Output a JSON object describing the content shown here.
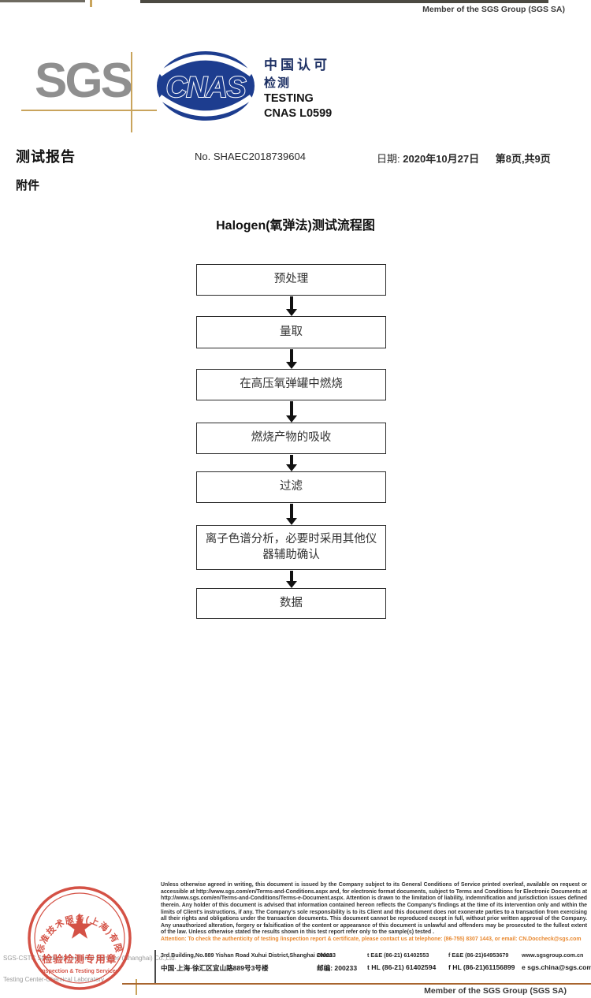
{
  "page": {
    "member_of_top": "Member of the SGS Group (SGS SA)",
    "member_of_bottom": "Member of the SGS Group (SGS SA)"
  },
  "logos": {
    "sgs": "SGS",
    "cnas_acronym": "CNAS",
    "cnas_line1": "中国认可",
    "cnas_line2": "检测",
    "cnas_line3": "TESTING",
    "cnas_line4": "CNAS L0599",
    "cnas_color": "#1d3d8f",
    "sgs_gray": "#8f8f8f",
    "crosshair_tan": "#c9a45c"
  },
  "header": {
    "report_title": "测试报告",
    "report_no": "No. SHAEC2018739604",
    "date_label": "日期:",
    "date_value": "2020年10月27日",
    "page_info": "第8页,共9页",
    "attachment_label": "附件"
  },
  "flowchart": {
    "title": "Halogen(氧弹法)测试流程图",
    "steps": [
      "预处理",
      "量取",
      "在高压氧弹罐中燃烧",
      "燃烧产物的吸收",
      "过滤",
      "离子色谱分析，必要时采用其他仪器辅助确认",
      "数据"
    ]
  },
  "stamp": {
    "ring_text": "通标标准技术服务(上海)有限公司",
    "seal_text_cn": "检验检测专用章",
    "seal_text_en": "Inspection & Testing Services",
    "seal_color": "#cf3a2c",
    "company_line1": "SGS-CSTC Standards Technical Services (Shanghai) Co.,Ltd.",
    "company_line2": "Testing Center-Chemical Laboratory"
  },
  "footer": {
    "disclaimer": "Unless otherwise agreed in writing, this document is issued by the Company subject to its General Conditions of Service printed overleaf, available on request or accessible at http://www.sgs.com/en/Terms-and-Conditions.aspx and, for electronic format documents, subject to Terms and Conditions for Electronic Documents at http://www.sgs.com/en/Terms-and-Conditions/Terms-e-Document.aspx. Attention is drawn to the limitation of liability, indemnification and jurisdiction issues defined therein. Any holder of this document is advised that information contained hereon reflects the Company's findings at the time of its intervention only and within the limits of Client's instructions, if any. The Company's sole responsibility is to its Client and this document does not exonerate parties to a transaction from exercising all their rights and obligations under the transaction documents. This document cannot be reproduced except in full, without prior written approval of the Company. Any unauthorized alteration, forgery or falsification of the content or appearance of this document is unlawful and offenders may be prosecuted to the fullest extent of the law. Unless otherwise stated the results shown in this test report refer only to the sample(s) tested .",
    "attention": "Attention: To check the authenticity of testing /inspection report & certificate, please contact us at telephone: (86-755) 8307 1443, or email: CN.Doccheck@sgs.com",
    "attention_color": "#e8882f",
    "address_en": "3rd Building,No.889 Yishan Road Xuhui District,Shanghai China",
    "postcode_en": "200233",
    "tel_en": "t E&E (86-21) 61402553",
    "fax_en": "f E&E (86-21)64953679",
    "web": "www.sgsgroup.com.cn",
    "address_cn": "中国·上海·徐汇区宜山路889号3号楼",
    "postcode_cn": "邮编: 200233",
    "tel_cn": "t HL (86-21) 61402594",
    "fax_cn": "f HL (86-21)61156899",
    "email": "e sgs.china@sgs.com"
  }
}
